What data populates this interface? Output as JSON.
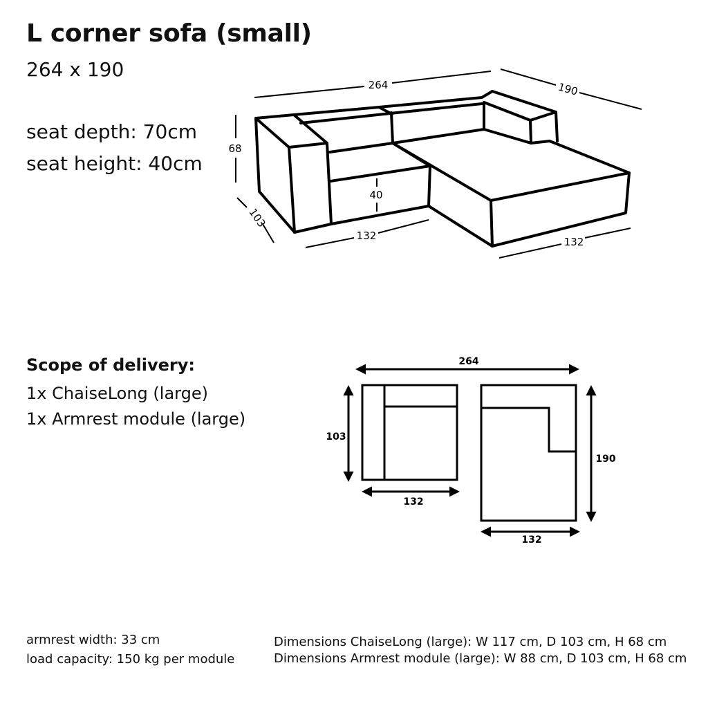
{
  "header": {
    "title": "L corner sofa (small)",
    "subtitle": "264 x 190"
  },
  "specs": {
    "seat_depth": "seat depth: 70cm",
    "seat_height": "seat height: 40cm"
  },
  "iso_diagram": {
    "total_width": "264",
    "total_depth": "190",
    "height": "68",
    "seat_height": "40",
    "armrest_module_depth": "103",
    "armrest_module_width": "132",
    "chaise_width": "132"
  },
  "scope": {
    "title": "Scope of delivery:",
    "items": [
      "1x ChaiseLong (large)",
      "1x Armrest module (large)"
    ]
  },
  "plan_diagram": {
    "total_width": "264",
    "left_depth": "103",
    "left_width": "132",
    "right_depth": "190",
    "right_width": "132"
  },
  "footer": {
    "armrest_width": "armrest width: 33 cm",
    "load_capacity": "load capacity: 150 kg per module",
    "dim_chaise": "Dimensions ChaiseLong (large): W 117 cm, D 103 cm, H 68 cm",
    "dim_armrest": "Dimensions Armrest module (large): W 88 cm, D 103 cm, H 68 cm"
  },
  "colors": {
    "line": "#000000",
    "background": "#ffffff"
  }
}
